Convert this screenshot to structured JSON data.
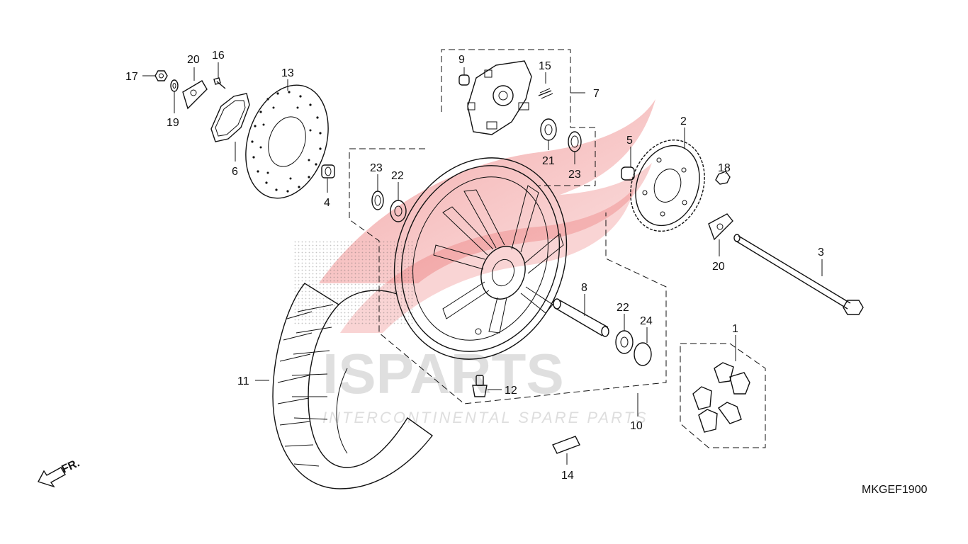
{
  "diagram_code": "MKGEF1900",
  "front_marker": "FR.",
  "watermark": {
    "logo_text": "ISPARTS",
    "tagline": "INTERCONTINENTAL SPARE PARTS"
  },
  "callouts": {
    "c1": "1",
    "c2": "2",
    "c3": "3",
    "c4": "4",
    "c5": "5",
    "c6": "6",
    "c7": "7",
    "c8": "8",
    "c9": "9",
    "c10": "10",
    "c11": "11",
    "c12": "12",
    "c13": "13",
    "c14": "14",
    "c15": "15",
    "c16": "16",
    "c17": "17",
    "c18": "18",
    "c19": "19",
    "c20a": "20",
    "c20b": "20",
    "c21": "21",
    "c22a": "22",
    "c22b": "22",
    "c23a": "23",
    "c23b": "23",
    "c24": "24"
  },
  "colors": {
    "line": "#111111",
    "watermark_red": "#e43d3d",
    "watermark_grey": "#c6c6c6"
  }
}
